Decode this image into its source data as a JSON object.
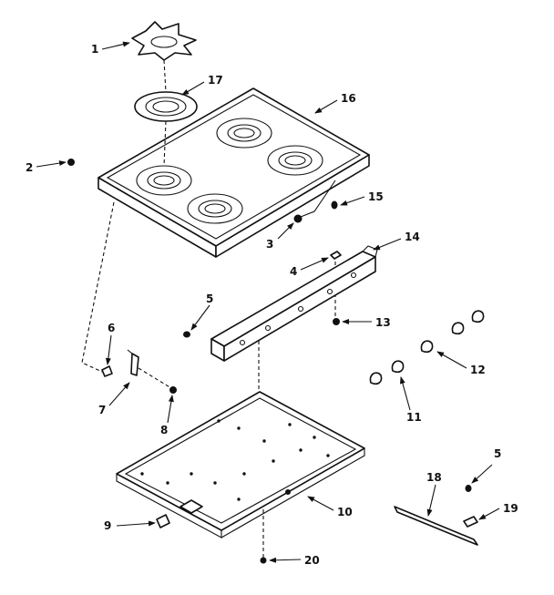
{
  "callouts": {
    "c1": "1",
    "c2": "2",
    "c3": "3",
    "c4": "4",
    "c5a": "5",
    "c5b": "5",
    "c6": "6",
    "c7": "7",
    "c8": "8",
    "c9": "9",
    "c10": "10",
    "c11": "11",
    "c12": "12",
    "c13": "13",
    "c14": "14",
    "c15": "15",
    "c16": "16",
    "c17": "17",
    "c18": "18",
    "c19": "19",
    "c20": "20"
  }
}
